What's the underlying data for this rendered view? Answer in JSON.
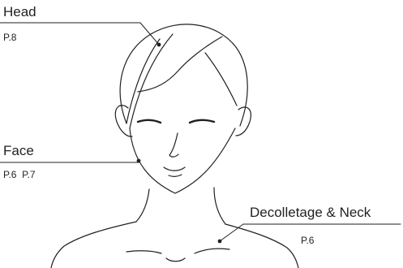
{
  "labels": {
    "head": {
      "title": "Head",
      "pages": "P.8"
    },
    "face": {
      "title": "Face",
      "pages": "P.6  P.7"
    },
    "neck": {
      "title": "Decolletage & Neck",
      "pages": "P.6"
    }
  },
  "colors": {
    "line": "#231f20",
    "background": "#ffffff"
  }
}
